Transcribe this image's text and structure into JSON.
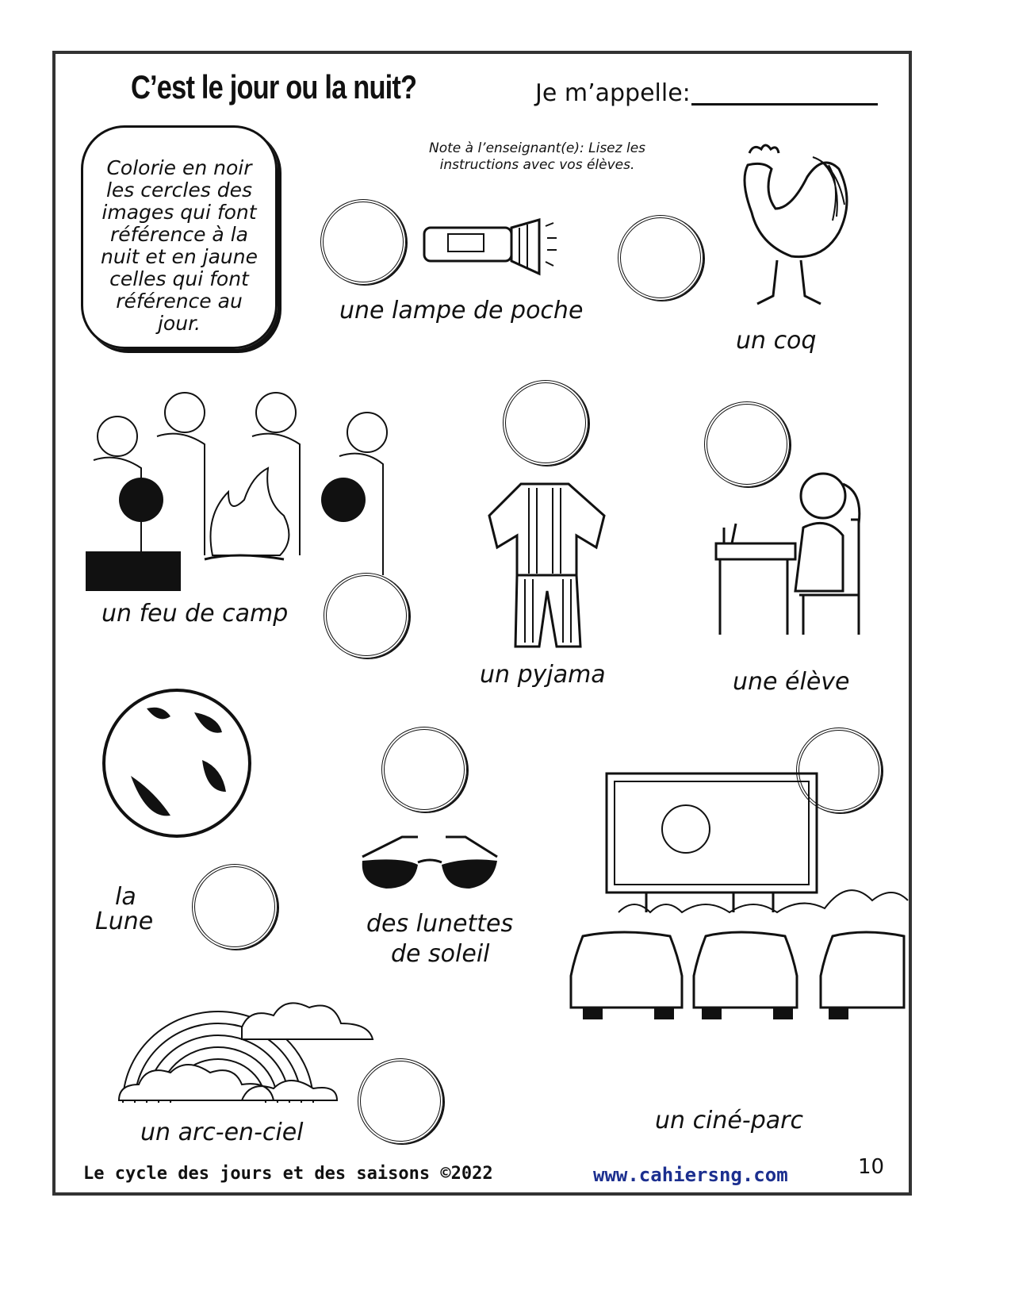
{
  "header": {
    "title": "C’est le jour ou la nuit?",
    "name_label": "Je m’appelle:"
  },
  "instructions": [
    "Colorie en noir",
    "les cercles des",
    "images qui font",
    "référence à la",
    "nuit et en jaune",
    "celles qui font",
    "référence au",
    "jour."
  ],
  "teacher_note": [
    "Note à l’enseignant(e): Lisez les",
    "instructions avec vos élèves."
  ],
  "items": {
    "lampe": {
      "label": "une lampe de poche",
      "icon": "flashlight-icon"
    },
    "coq": {
      "label": "un coq",
      "icon": "rooster-icon"
    },
    "feu": {
      "label": "un feu de camp",
      "icon": "campfire-icon"
    },
    "pyjama": {
      "label": "un pyjama",
      "icon": "pajamas-icon"
    },
    "eleve": {
      "label": "une élève",
      "icon": "student-desk-icon"
    },
    "lune": {
      "label_1": "la",
      "label_2": "Lune",
      "icon": "moon-icon"
    },
    "lunettes": {
      "label_1": "des lunettes",
      "label_2": "de soleil",
      "icon": "sunglasses-icon"
    },
    "cine": {
      "label": "un ciné-parc",
      "icon": "drive-in-icon"
    },
    "arc": {
      "label": "un arc-en-ciel",
      "icon": "rainbow-icon"
    }
  },
  "footer": {
    "series": "Le cycle des jours et des saisons ©2022",
    "url": "www.cahiersng.com",
    "page": "10",
    "url_color": "#1c2f8f"
  }
}
